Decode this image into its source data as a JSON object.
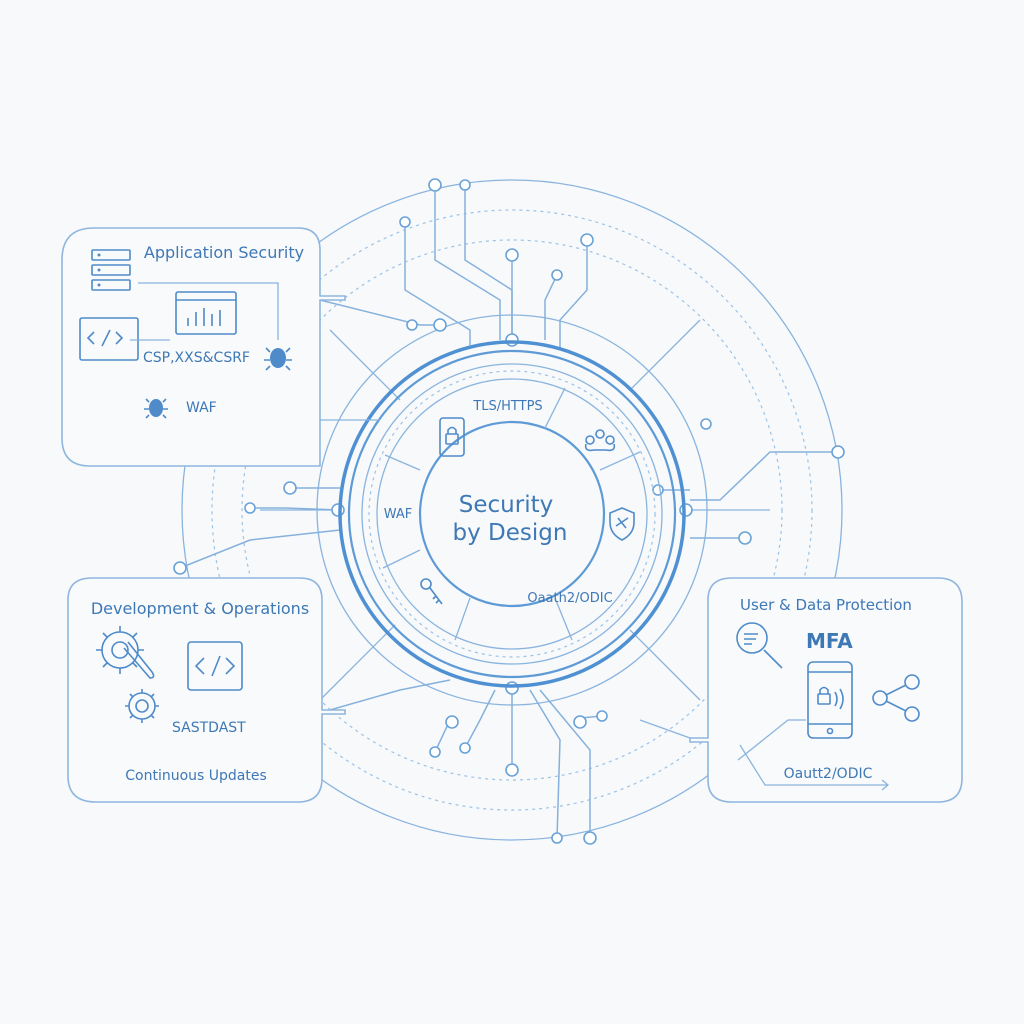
{
  "center": {
    "title_line1": "Security",
    "title_line2": "by Design"
  },
  "ring_labels": {
    "tls": "TLS/HTTPS",
    "waf": "WAF",
    "oauth": "Oaath2/ODIC"
  },
  "panels": {
    "application_security": {
      "title": "Application Security",
      "csp_label": "CSP,XXS&CSRF",
      "waf_label": "WAF"
    },
    "dev_ops": {
      "title": "Development & Operations",
      "sast_label": "SASTDAST",
      "updates_label": "Continuous Updates"
    },
    "user_data": {
      "title": "User & Data Protection",
      "mfa_label": "MFA",
      "oauth_label": "Oautt2/ODIC"
    }
  },
  "colors": {
    "accent": "#4f90d3",
    "line": "#86b1dc",
    "background": "#f7f9fb"
  },
  "icons": [
    "server-rack-icon",
    "bar-chart-icon",
    "code-window-icon",
    "bug-icon",
    "gear-wrench-icon",
    "code-tag-icon",
    "magnifier-icon",
    "phone-lock-icon",
    "share-icon",
    "lock-phone-icon",
    "cloud-network-icon",
    "shield-icon",
    "key-icon"
  ]
}
